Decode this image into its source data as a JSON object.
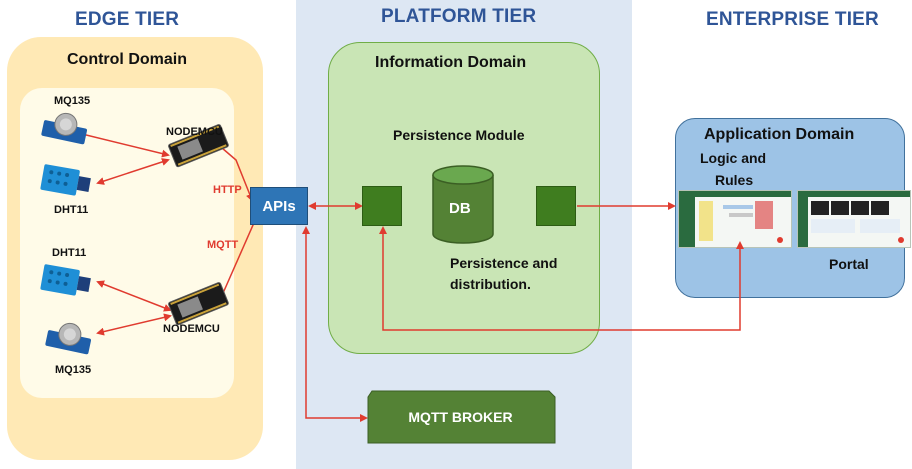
{
  "tiers": {
    "edge": "EDGE TIER",
    "platform": "PLATFORM TIER",
    "enterprise": "ENTERPRISE TIER"
  },
  "control_domain": {
    "title": "Control Domain",
    "sensors": {
      "mq135_top": "MQ135",
      "dht11_top": "DHT11",
      "dht11_bottom": "DHT11",
      "mq135_bottom": "MQ135"
    },
    "nodemcu_top": "NODEMCU",
    "nodemcu_bottom": "NODEMCU",
    "http": "HTTP",
    "mqtt": "MQTT"
  },
  "apis": "APIs",
  "information_domain": {
    "title": "Information Domain",
    "persistence_module": "Persistence Module",
    "db": "DB",
    "persistence_distribution_line1": "Persistence and",
    "persistence_distribution_line2": "distribution."
  },
  "application_domain": {
    "title": "Application Domain",
    "logic_line1": "Logic and",
    "logic_line2": "Rules",
    "portal": "Portal"
  },
  "mqtt_broker": "MQTT BROKER",
  "colors": {
    "tier_title": "#2f5597",
    "arrow": "#e03b2f",
    "apis_box": "#2e75b6",
    "module_box": "#3f7d1f",
    "info_domain": "#c9e5b5",
    "app_domain": "#9dc3e6",
    "control_domain": "#ffe9b5"
  }
}
